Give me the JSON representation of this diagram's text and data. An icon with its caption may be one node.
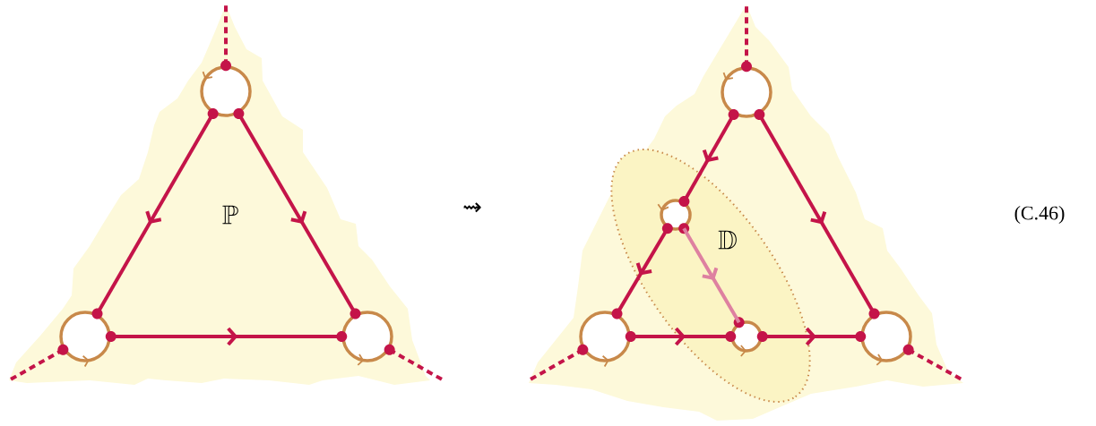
{
  "diagram": {
    "nodes": [
      {
        "text": [
          "\\mathbb{P}"
        ]
      },
      {
        "text": [],
        "shape": "circle",
        "in": 0
      },
      {
        "text": [],
        "shape": "circle",
        "in": 0
      },
      {
        "text": [],
        "shape": "circle",
        "in": 0
      },
      {
        "text": [],
        "shape": "cloud"
      },
      {
        "text": [],
        "shape": "circle",
        "in": 4
      },
      {
        "text": [
          "\\mathbb{D}"
        ],
        "in": 4
      },
      {
        "text": [],
        "shape": "circle",
        "in": 6
      },
      {
        "text": [],
        "shape": "circle",
        "in": 4
      },
      {
        "text": [],
        "shape": "circle",
        "in": 6
      },
      {
        "text": [],
        "shape": "circle",
        "in": 4
      }
    ],
    "edges": [
      {
        "from": 1,
        "to": 2,
        "arrow": "to"
      },
      {
        "from": 1,
        "to": 3,
        "arrow": "to"
      },
      {
        "from": 2,
        "to": 3,
        "arrow": "to"
      },
      {
        "from": 1,
        "to": null,
        "arrow": "none",
        "style": "dashed"
      },
      {
        "from": 2,
        "to": null,
        "arrow": "none",
        "style": "dashed"
      },
      {
        "from": 3,
        "to": null,
        "arrow": "none",
        "style": "dashed"
      },
      {
        "from": 5,
        "to": 7,
        "arrow": "to"
      },
      {
        "from": 7,
        "to": 8,
        "arrow": "to"
      },
      {
        "from": 7,
        "to": 9,
        "arrow": "to",
        "color": "#de80a0"
      },
      {
        "from": 8,
        "to": 9,
        "arrow": "to"
      },
      {
        "from": 9,
        "to": 10,
        "arrow": "to"
      },
      {
        "from": 5,
        "to": 10,
        "arrow": "to"
      },
      {
        "from": 5,
        "to": null,
        "arrow": "none",
        "style": "dashed"
      },
      {
        "from": 8,
        "to": null,
        "arrow": "none",
        "style": "dashed"
      },
      {
        "from": 10,
        "to": null,
        "arrow": "none",
        "style": "dashed"
      }
    ],
    "labels": [
      "⇝",
      "(C.46)"
    ]
  }
}
